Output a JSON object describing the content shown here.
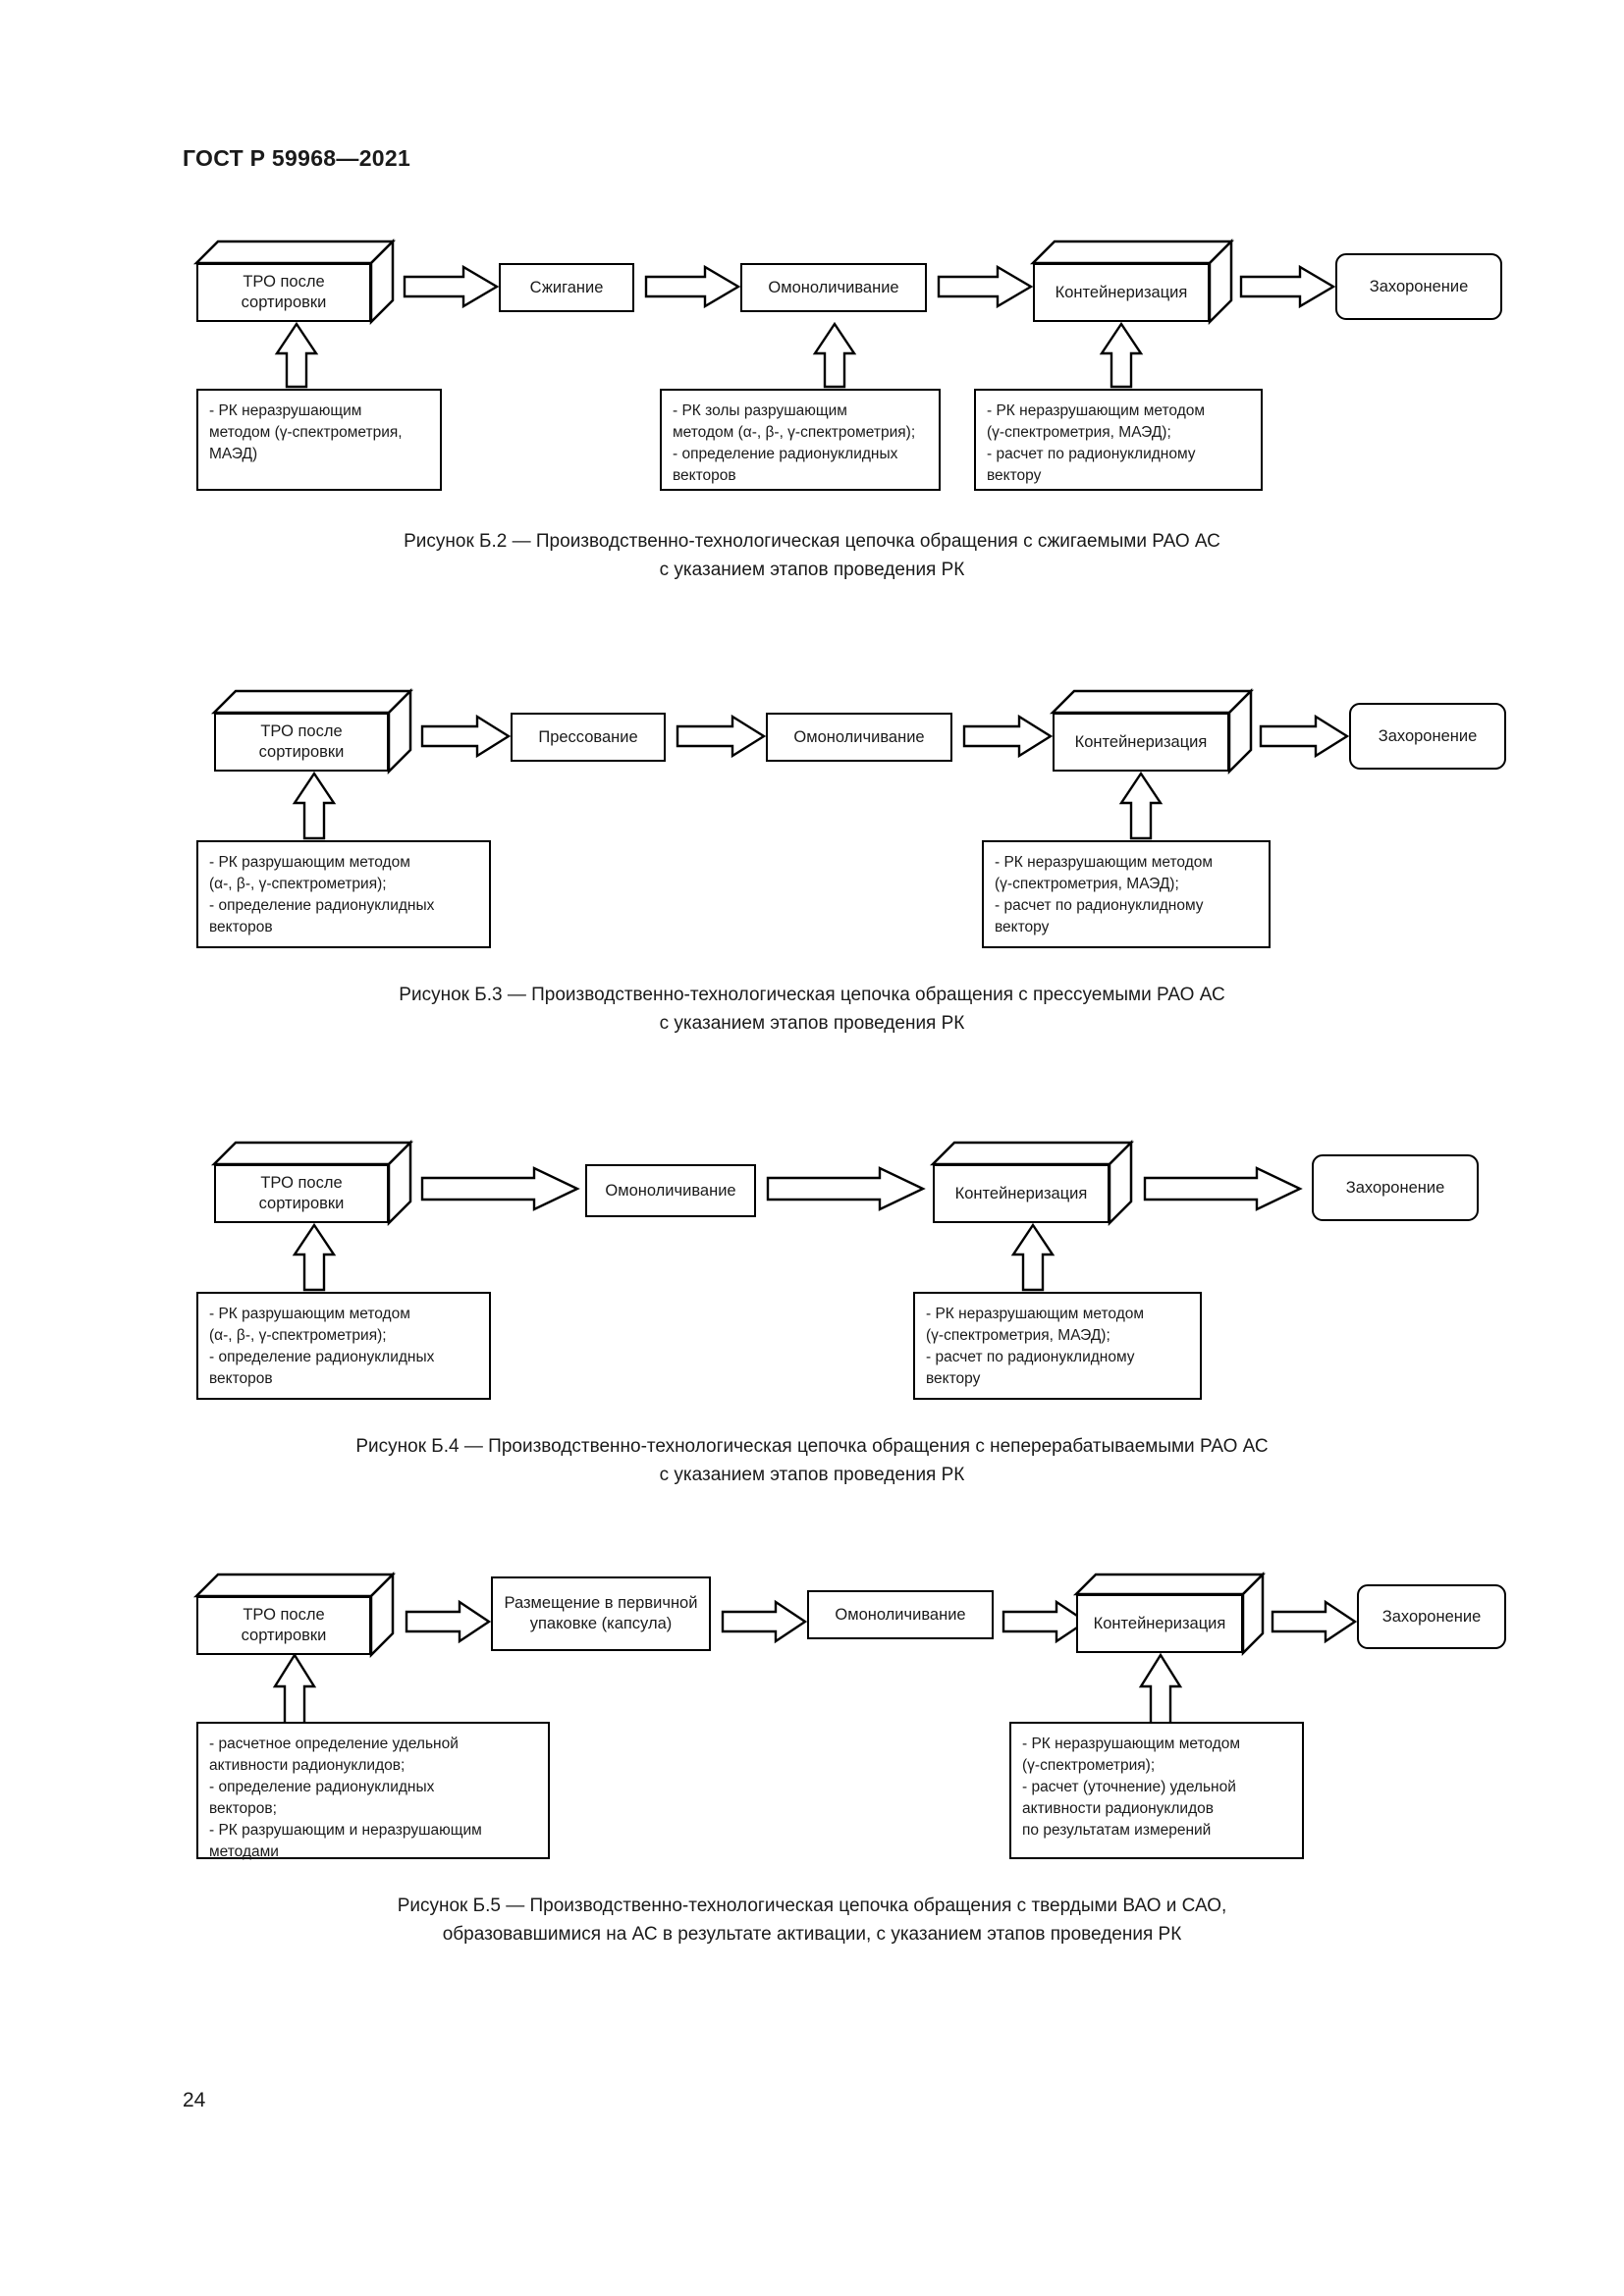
{
  "document": {
    "standard_number": "ГОСТ Р 59968—2021",
    "page_number": "24"
  },
  "figures": [
    {
      "id": "b2",
      "nodes": [
        {
          "name": "tro-after-sorting",
          "label": "ТРО после\nсортировки",
          "shape": "box3d"
        },
        {
          "name": "incineration",
          "label": "Сжигание",
          "shape": "rect"
        },
        {
          "name": "monolithization",
          "label": "Омоноличивание",
          "shape": "rect"
        },
        {
          "name": "containerization",
          "label": "Контейнеризация",
          "shape": "box3d"
        },
        {
          "name": "disposal",
          "label": "Захоронение",
          "shape": "rounded-rect"
        }
      ],
      "notes": [
        {
          "name": "note-tro",
          "text": "- РК неразрушающим\nметодом (γ-спектрометрия,\nМАЭД)"
        },
        {
          "name": "note-monolithization",
          "text": "- РК золы разрушающим\nметодом (α-, β-, γ-спектрометрия);\n- определение радионуклидных\nвекторов"
        },
        {
          "name": "note-containerization",
          "text": "- РК неразрушающим методом\n(γ-спектрометрия, МАЭД);\n- расчет по радионуклидному\nвектору"
        }
      ],
      "caption_line1": "Рисунок Б.2 — Производственно-технологическая цепочка обращения с сжигаемыми РАО АС",
      "caption_line2": "с указанием этапов проведения РК"
    },
    {
      "id": "b3",
      "nodes": [
        {
          "name": "tro-after-sorting",
          "label": "ТРО после\nсортировки",
          "shape": "box3d"
        },
        {
          "name": "pressing",
          "label": "Прессование",
          "shape": "rect"
        },
        {
          "name": "monolithization",
          "label": "Омоноличивание",
          "shape": "rect"
        },
        {
          "name": "containerization",
          "label": "Контейнеризация",
          "shape": "box3d"
        },
        {
          "name": "disposal",
          "label": "Захоронение",
          "shape": "rounded-rect"
        }
      ],
      "notes": [
        {
          "name": "note-tro",
          "text": "- РК разрушающим методом\n(α-, β-, γ-спектрометрия);\n- определение радионуклидных\nвекторов"
        },
        {
          "name": "note-containerization",
          "text": "- РК неразрушающим методом\n(γ-спектрометрия, МАЭД);\n- расчет по радионуклидному\nвектору"
        }
      ],
      "caption_line1": "Рисунок Б.3 — Производственно-технологическая цепочка обращения с прессуемыми РАО АС",
      "caption_line2": "с указанием этапов проведения РК"
    },
    {
      "id": "b4",
      "nodes": [
        {
          "name": "tro-after-sorting",
          "label": "ТРО после\nсортировки",
          "shape": "box3d"
        },
        {
          "name": "monolithization",
          "label": "Омоноличивание",
          "shape": "rect"
        },
        {
          "name": "containerization",
          "label": "Контейнеризация",
          "shape": "box3d"
        },
        {
          "name": "disposal",
          "label": "Захоронение",
          "shape": "rounded-rect"
        }
      ],
      "notes": [
        {
          "name": "note-tro",
          "text": "- РК разрушающим методом\n(α-, β-, γ-спектрометрия);\n- определение радионуклидных\nвекторов"
        },
        {
          "name": "note-containerization",
          "text": "- РК неразрушающим методом\n(γ-спектрометрия, МАЭД);\n- расчет по радионуклидному\nвектору"
        }
      ],
      "caption_line1": "Рисунок Б.4 — Производственно-технологическая цепочка обращения с неперерабатываемыми РАО АС",
      "caption_line2": "с указанием этапов проведения РК"
    },
    {
      "id": "b5",
      "nodes": [
        {
          "name": "tro-after-sorting",
          "label": "ТРО после\nсортировки",
          "shape": "box3d"
        },
        {
          "name": "primary-packaging",
          "label": "Размещение\nв первичной упаковке\n(капсула)",
          "shape": "rect"
        },
        {
          "name": "monolithization",
          "label": "Омоноличивание",
          "shape": "rect"
        },
        {
          "name": "containerization",
          "label": "Контейнеризация",
          "shape": "box3d"
        },
        {
          "name": "disposal",
          "label": "Захоронение",
          "shape": "rounded-rect"
        }
      ],
      "notes": [
        {
          "name": "note-tro",
          "text": "- расчетное определение удельной\nактивности радионуклидов;\n- определение радионуклидных\nвекторов;\n- РК разрушающим и неразрушающим\nметодами"
        },
        {
          "name": "note-containerization",
          "text": "- РК неразрушающим методом\n(γ-спектрометрия);\n- расчет (уточнение) удельной\nактивности радионуклидов\nпо результатам измерений"
        }
      ],
      "caption_line1": "Рисунок Б.5 — Производственно-технологическая цепочка обращения с твердыми ВАО и САО,",
      "caption_line2": "образовавшимися на АС в результате активации, с указанием этапов проведения РК"
    }
  ]
}
